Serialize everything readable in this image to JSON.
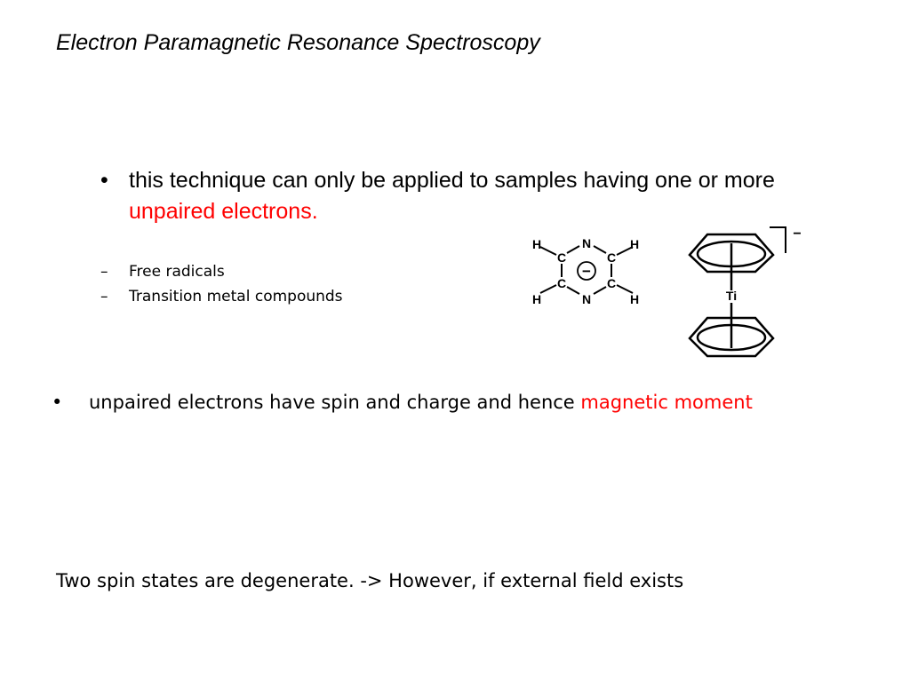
{
  "slide": {
    "title": "Electron Paramagnetic Resonance Spectroscopy",
    "bullet1": {
      "marker": "•",
      "text": "this technique can only be applied to samples having one or more ",
      "highlight": "unpaired electrons."
    },
    "subpoints": [
      {
        "marker": "–",
        "text": "Free radicals"
      },
      {
        "marker": "–",
        "text": "Transition metal compounds"
      }
    ],
    "bullet2": {
      "marker": "•",
      "text": "unpaired electrons have spin and charge and hence ",
      "highlight": "magnetic moment"
    },
    "statement": "Two spin states are degenerate. -> However, if external field exists"
  },
  "molecule1": {
    "atoms": {
      "h": "H",
      "n": "N",
      "c": "C"
    },
    "charge": "−"
  },
  "molecule2": {
    "metal": "Ti",
    "charge": "−"
  },
  "colors": {
    "highlight": "#ff0000",
    "text": "#000000"
  }
}
